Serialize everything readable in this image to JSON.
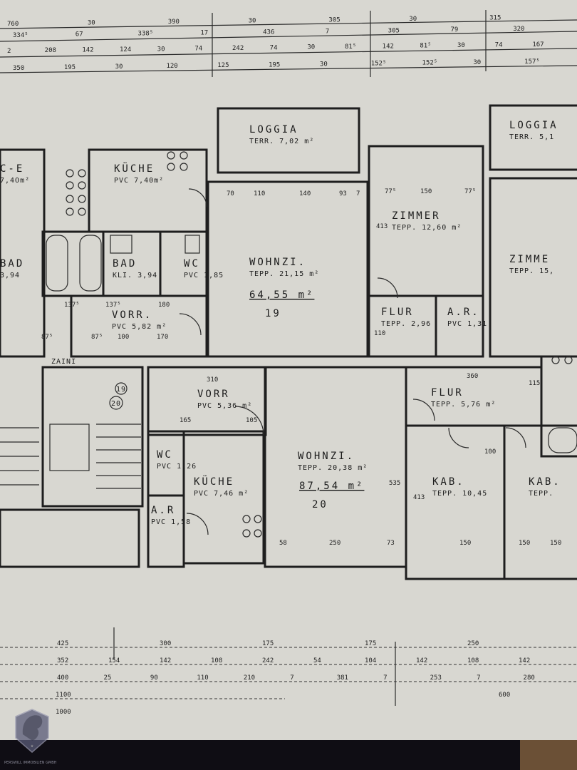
{
  "plan": {
    "rooms": [
      {
        "id": "loggia-19",
        "name": "LOGGIA",
        "detail": "TERR. 7,02 m²"
      },
      {
        "id": "loggia-right",
        "name": "LOGGIA",
        "detail": "TERR. 5,1"
      },
      {
        "id": "kueche-top",
        "name": "KÜCHE",
        "detail": "PVC 7,40m²"
      },
      {
        "id": "kueche-left",
        "name": "C-E",
        "detail": "7,4Om²"
      },
      {
        "id": "wohnzi-19",
        "name": "WOHNZI.",
        "detail": "TEPP. 21,15 m²"
      },
      {
        "id": "zimmer-19",
        "name": "ZIMMER",
        "detail": "TEPP. 12,60 m²"
      },
      {
        "id": "zimmer-right",
        "name": "ZIMME",
        "detail": "TEPP. 15,"
      },
      {
        "id": "bad-19",
        "name": "BAD",
        "detail": "KLI. 3,94"
      },
      {
        "id": "bad-left",
        "name": "BAD",
        "detail": "3,94"
      },
      {
        "id": "wc-19",
        "name": "WC",
        "detail": "PVC 1,85"
      },
      {
        "id": "vorr-19",
        "name": "VORR.",
        "detail": "PVC 5,82 m²"
      },
      {
        "id": "flur-19",
        "name": "FLUR",
        "detail": "TEPP. 2,96"
      },
      {
        "id": "ar-19",
        "name": "A.R.",
        "detail": "PVC 1,31"
      },
      {
        "id": "vorr-20",
        "name": "VORR",
        "detail": "PVC 5,36 m²"
      },
      {
        "id": "flur-20",
        "name": "FLUR",
        "detail": "TEPP. 5,76 m²"
      },
      {
        "id": "wohnzi-20",
        "name": "WOHNZI.",
        "detail": "TEPP. 20,38 m²"
      },
      {
        "id": "wc-20",
        "name": "WC",
        "detail": "PVC 1,26"
      },
      {
        "id": "kueche-20",
        "name": "KÜCHE",
        "detail": "PVC 7,46 m²"
      },
      {
        "id": "ar-20",
        "name": "A.R",
        "detail": "PVC 1,58"
      },
      {
        "id": "kab-20",
        "name": "KAB.",
        "detail": "TEPP. 10,45"
      },
      {
        "id": "kab-right",
        "name": "KAB.",
        "detail": "TEPP."
      }
    ],
    "units": [
      {
        "number": "19",
        "total_area": "64,55 m²"
      },
      {
        "number": "20",
        "total_area": "87,54 m²"
      }
    ],
    "stair_marks": [
      "19",
      "20"
    ],
    "zaini_label": "ZAINI",
    "dims_top": [
      [
        "760",
        "30",
        "390",
        "30",
        "305",
        "30",
        "315"
      ],
      [
        "334⁵",
        "67",
        "338⁵",
        "17",
        "436",
        "7",
        "305",
        "79",
        "320"
      ],
      [
        "2",
        "208",
        "142",
        "124",
        "30",
        "74",
        "242",
        "74",
        "30",
        "81⁵",
        "142",
        "81⁵",
        "30",
        "74",
        "167"
      ],
      [
        "350",
        "195",
        "30",
        "120",
        "125",
        "195",
        "30",
        "152⁵",
        "152⁵",
        "30",
        "157⁵"
      ]
    ],
    "dims_inner": [
      "70",
      "110",
      "140",
      "93",
      "7",
      "77⁵",
      "150",
      "77⁵",
      "310",
      "165",
      "105",
      "58",
      "250",
      "73",
      "360",
      "150",
      "150",
      "150",
      "137⁵",
      "137⁵",
      "180",
      "87⁵",
      "87⁵",
      "100",
      "170",
      "413",
      "413",
      "535",
      "115",
      "110",
      "100"
    ],
    "dims_bottom": [
      [
        "425",
        "300",
        "175",
        "175",
        "250"
      ],
      [
        "352",
        "154",
        "142",
        "108",
        "242",
        "54",
        "104",
        "142",
        "108",
        "142"
      ],
      [
        "400",
        "25",
        "90",
        "110",
        "210",
        "7",
        "381",
        "7",
        "253",
        "7",
        "280"
      ],
      [
        "1100",
        "600"
      ],
      [
        "1000"
      ]
    ],
    "watermark": "PERSWILL IMMOBILIEN GMBH"
  }
}
